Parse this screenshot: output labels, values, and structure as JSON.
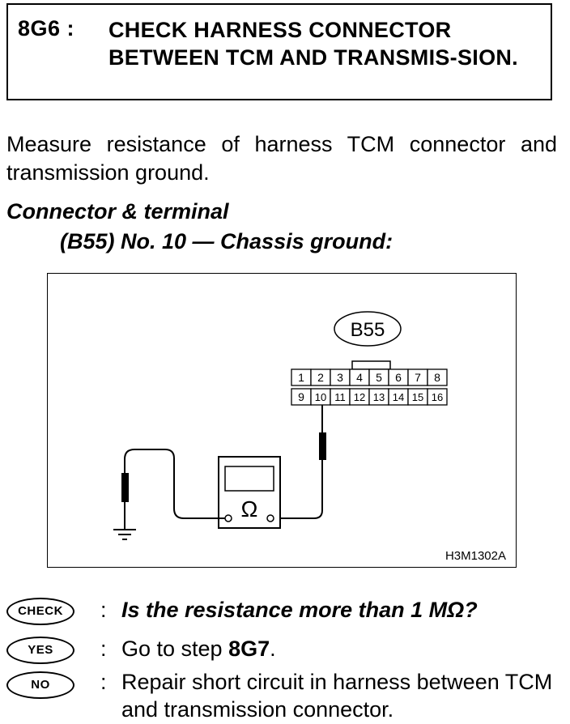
{
  "step": {
    "id": "8G6 :",
    "title": "CHECK HARNESS CONNECTOR BETWEEN TCM AND TRANSMIS-SION."
  },
  "intro": "Measure resistance of harness TCM connector and transmission ground.",
  "connector_terminal": {
    "heading": "Connector & terminal",
    "detail": "(B55) No. 10 — Chassis ground:"
  },
  "figure": {
    "connector_label": "B55",
    "terminals_top": [
      "1",
      "2",
      "3",
      "4",
      "5",
      "6",
      "7",
      "8"
    ],
    "terminals_bottom": [
      "9",
      "10",
      "11",
      "12",
      "13",
      "14",
      "15",
      "16"
    ],
    "meter_symbol": "Ω",
    "figure_id": "H3M1302A"
  },
  "results": {
    "check": {
      "badge": "CHECK",
      "colon": ":",
      "text": "Is the resistance more than 1 MΩ?"
    },
    "yes": {
      "badge": "YES",
      "colon": ":",
      "text_prefix": "Go to step ",
      "text_step": "8G7",
      "text_suffix": "."
    },
    "no": {
      "badge": "NO",
      "colon": ":",
      "text": "Repair short circuit in harness between TCM and transmission connector."
    }
  }
}
